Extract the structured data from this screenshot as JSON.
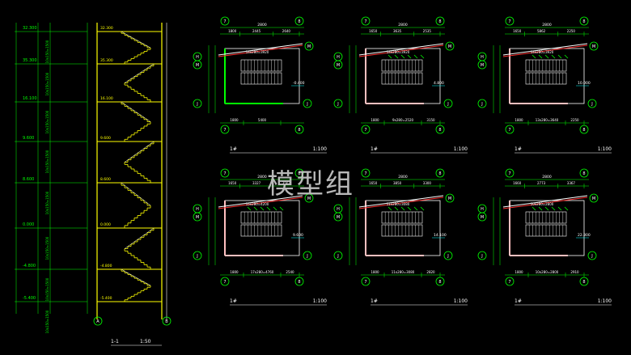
{
  "watermark": "模型组",
  "section": {
    "title": "1-1",
    "scale": "1:50",
    "level_labels": [
      "32.300",
      "35.300",
      "16.100",
      "9.600",
      "8.600",
      "0.000",
      "-4.800",
      "-5.400"
    ],
    "left_dims": [
      "10x150=1500",
      "10x150=1500",
      "10x150=1500",
      "10x150=1500",
      "10x150=1500",
      "10x150=1500",
      "10x150=1500",
      "10x150=1500"
    ],
    "axis_bottom": [
      "A",
      "B"
    ]
  },
  "plans": [
    {
      "label": "1#",
      "scale": "1:100",
      "top_dim": "2800",
      "top_sub": [
        "1800",
        "2445",
        "2640"
      ],
      "stair": "14x280=3920",
      "bot_sub": [
        "1800",
        "5400"
      ],
      "axes_top": [
        "7",
        "8"
      ],
      "axes_side": [
        "H",
        "M",
        "J"
      ],
      "level": "-0.400"
    },
    {
      "label": "1#",
      "scale": "1:100",
      "top_dim": "2800",
      "top_sub": [
        "1650",
        "3635",
        "2535"
      ],
      "stair": "14x280=3920",
      "bot_sub": [
        "1800",
        "9x280=2520",
        "3150"
      ],
      "axes_top": [
        "7",
        "8"
      ],
      "axes_side": [
        "H",
        "M",
        "J"
      ],
      "level": "4.800"
    },
    {
      "label": "1#",
      "scale": "1:100",
      "top_dim": "2800",
      "top_sub": [
        "1650",
        "5862",
        "2250"
      ],
      "stair": "14x280=3920",
      "bot_sub": [
        "1800",
        "13x280=3640",
        "2250"
      ],
      "axes_top": [
        "7",
        "8"
      ],
      "axes_side": [
        "H",
        "M",
        "J"
      ],
      "level": "10.000"
    },
    {
      "label": "1#",
      "scale": "1:100",
      "top_dim": "2800",
      "top_sub": [
        "1650",
        "3327",
        "3567"
      ],
      "stair": "15x280=4200",
      "bot_sub": [
        "1800",
        "17x280=4760",
        "2540"
      ],
      "axes_top": [
        "7",
        "8"
      ],
      "axes_side": [
        "H",
        "M",
        "J"
      ],
      "level": "9.600"
    },
    {
      "label": "1#",
      "scale": "1:100",
      "top_dim": "2800",
      "top_sub": [
        "1650",
        "3850",
        "3300"
      ],
      "stair": "11x280=3080",
      "bot_sub": [
        "1800",
        "11x280=3080",
        "2820"
      ],
      "axes_top": [
        "7",
        "8"
      ],
      "axes_side": [
        "H",
        "M",
        "J"
      ],
      "level": "14.100"
    },
    {
      "label": "1#",
      "scale": "1:100",
      "top_dim": "2800",
      "top_sub": [
        "1660",
        "2773",
        "3367"
      ],
      "stair": "10x280=2800",
      "bot_sub": [
        "1800",
        "10x280=2800",
        "2910"
      ],
      "axes_top": [
        "7",
        "8"
      ],
      "axes_side": [
        "H",
        "M",
        "J"
      ],
      "level": "22.300"
    }
  ],
  "colors": {
    "yellow": "#ffff00",
    "green": "#00ff00",
    "cyan": "#00ffff",
    "red": "#ff3030",
    "white": "#ffffff",
    "magenta": "#ff6cff",
    "pink": "#ffc0c0"
  }
}
